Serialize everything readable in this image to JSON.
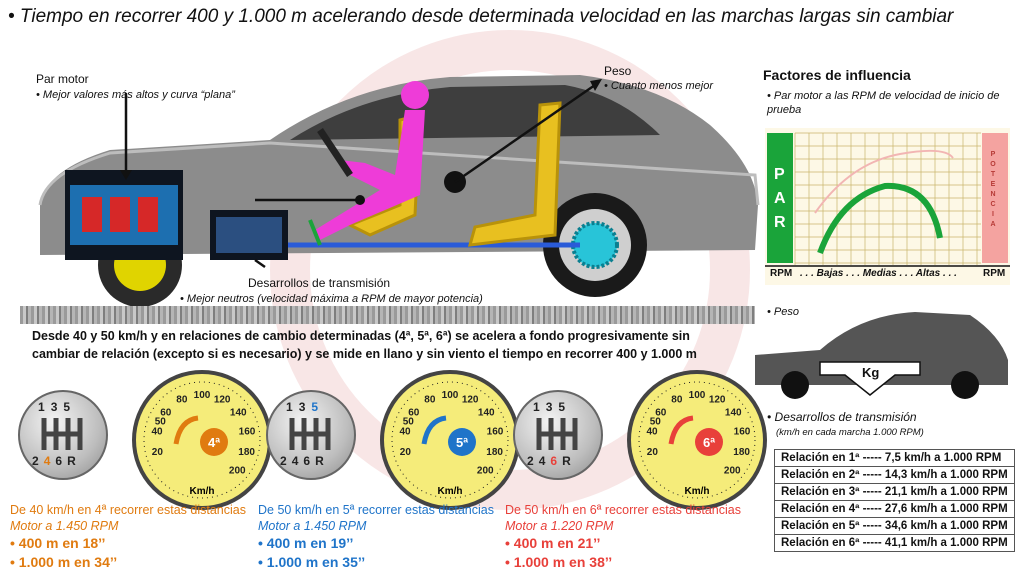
{
  "title": "• Tiempo en recorrer 400 y 1.000 m acelerando desde determinada velocidad en las marchas largas sin cambiar",
  "car_labels": {
    "par_motor_title": "Par motor",
    "par_motor_note": "• Mejor valores más altos y curva “plana”",
    "peso_title": "Peso",
    "peso_note": "• Cuanto menos mejor",
    "desarrollos_title": "Desarrollos de transmisión",
    "desarrollos_note": "• Mejor neutros (velocidad máxima a RPM de mayor potencia)"
  },
  "method_text": "Desde 40 y 50 km/h y en relaciones de cambio determinadas (4ª, 5ª, 6ª) se acelera a fondo progresivamente sin cambiar de relación (excepto si es necesario) y se mide en llano y sin viento el tiempo en recorrer 400 y 1.000 m",
  "gauges": {
    "ticks": [
      "20",
      "40",
      "50",
      "60",
      "80",
      "100",
      "120",
      "140",
      "160",
      "180",
      "200"
    ],
    "unit": "Km/h"
  },
  "shifter": {
    "top": [
      "1",
      "3",
      "5"
    ],
    "bottom": [
      "2",
      "4",
      "6",
      "R"
    ]
  },
  "tests": [
    {
      "gear": "4ª",
      "color": "#e07b10",
      "caption": "De 40 km/h en 4ª recorrer estas distancias",
      "motor": "Motor a 1.450 RPM",
      "r400": "• 400 m en 18’’",
      "r1000": "• 1.000 m en 34’’"
    },
    {
      "gear": "5ª",
      "color": "#1f74c9",
      "caption": "De 50 km/h en 5ª recorrer estas distancias",
      "motor": "Motor a 1.450 RPM",
      "r400": "• 400 m en 19’’",
      "r1000": "• 1.000 m en 35’’"
    },
    {
      "gear": "6ª",
      "color": "#e8403a",
      "caption": "De 50 km/h en 6ª recorrer estas distancias",
      "motor": "Motor a 1.220 RPM",
      "r400": "• 400 m en 21’’",
      "r1000": "• 1.000 m en 38’’"
    }
  ],
  "factors": {
    "title": "Factores de influencia",
    "par_note": "• Par motor a las RPM de velocidad de inicio de prueba",
    "par_letters": [
      "P",
      "A",
      "R"
    ],
    "potencia_letters": [
      "P",
      "O",
      "T",
      "E",
      "N",
      "C",
      "I",
      "A"
    ],
    "rpm_axis": [
      "RPM",
      ". . . Bajas . . . Medias . . . Altas . . .",
      "RPM"
    ],
    "peso_note": "• Peso",
    "kg": "Kg",
    "desarrollos_note": "• Desarrollos de transmisión",
    "desarrollos_sub": "(km/h en cada marcha 1.000 RPM)"
  },
  "ratios": [
    "Relación en 1ª ----- 7,5 km/h a 1.000 RPM",
    "Relación en 2ª ----- 14,3 km/h a 1.000 RPM",
    "Relación en 3ª ----- 21,1 km/h a 1.000 RPM",
    "Relación en 4ª ----- 27,6 km/h a 1.000 RPM",
    "Relación en 5ª ----- 34,6 km/h a 1.000 RPM",
    "Relación en 6ª ----- 41,1 km/h a 1.000 RPM"
  ],
  "colors": {
    "par_green": "#1aa43a",
    "potencia_red": "#e8403a",
    "seat_yellow": "#e8c020",
    "driver_pink": "#ee3cd8",
    "car_grey": "#7a7a7a"
  }
}
